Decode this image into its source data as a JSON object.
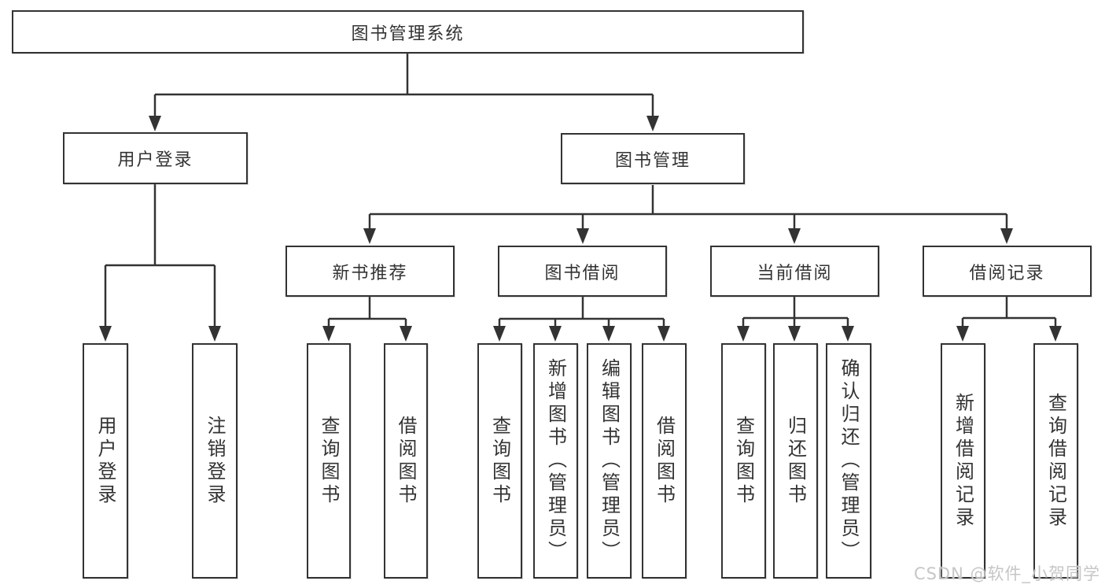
{
  "watermark": "CSDN @软件_小贺同学",
  "colors": {
    "line": "#333333",
    "box_border": "#333333",
    "text": "#333333",
    "watermark": "#c3c3c3",
    "background": "#ffffff"
  },
  "tree": {
    "label": "图书管理系统",
    "children": [
      {
        "label": "用户登录",
        "children": [
          {
            "label": "用户登录"
          },
          {
            "label": "注销登录"
          }
        ]
      },
      {
        "label": "图书管理",
        "children": [
          {
            "label": "新书推荐",
            "children": [
              {
                "label": "查询图书"
              },
              {
                "label": "借阅图书"
              }
            ]
          },
          {
            "label": "图书借阅",
            "children": [
              {
                "label": "查询图书"
              },
              {
                "label": "新增图书（管理员）"
              },
              {
                "label": "编辑图书（管理员）"
              },
              {
                "label": "借阅图书"
              }
            ]
          },
          {
            "label": "当前借阅",
            "children": [
              {
                "label": "查询图书"
              },
              {
                "label": "归还图书"
              },
              {
                "label": "确认归还（管理员）"
              }
            ]
          },
          {
            "label": "借阅记录",
            "children": [
              {
                "label": "新增借阅记录"
              },
              {
                "label": "查询借阅记录"
              }
            ]
          }
        ]
      }
    ]
  }
}
